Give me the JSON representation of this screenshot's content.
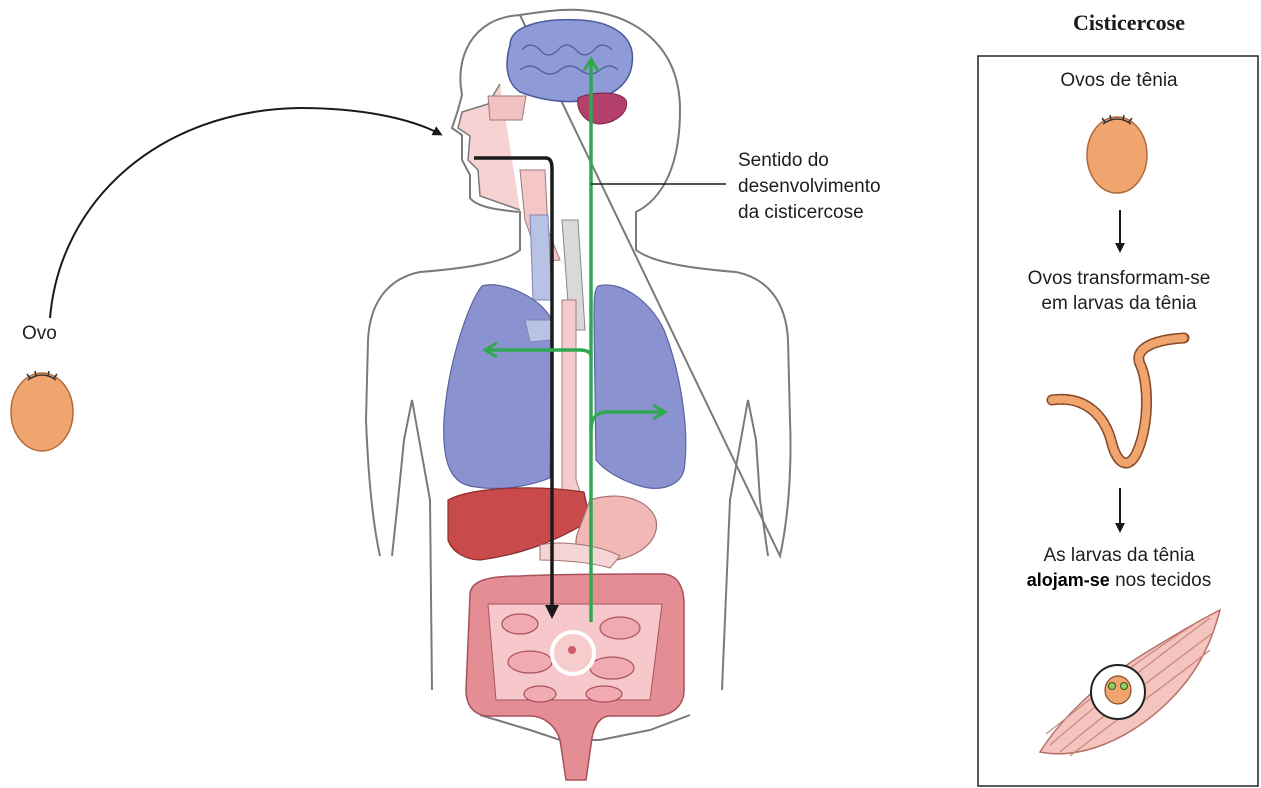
{
  "egg_label": "Ovo",
  "direction_label": [
    "Sentido do",
    "desenvolvimento",
    "da cisticercose"
  ],
  "panel": {
    "title": "Cisticercose",
    "steps": [
      {
        "lines": [
          "Ovos de tênia"
        ]
      },
      {
        "lines": [
          "Ovos transformam-se",
          "em larvas da tênia"
        ]
      },
      {
        "line1": "As larvas da tênia",
        "line2_bold": "alojam-se",
        "line2_rest": " nos tecidos"
      }
    ]
  },
  "colors": {
    "green_arrow": "#2fa84f",
    "black_arrow": "#1a1a1a",
    "egg": "#f0a56e",
    "lungs": "#8a93cf",
    "brain": "#8e9bd6",
    "cerebellum": "#b2406a",
    "liver": "#c94a4a",
    "intestine": "#e48d95",
    "stomach": "#f2b8b6"
  }
}
